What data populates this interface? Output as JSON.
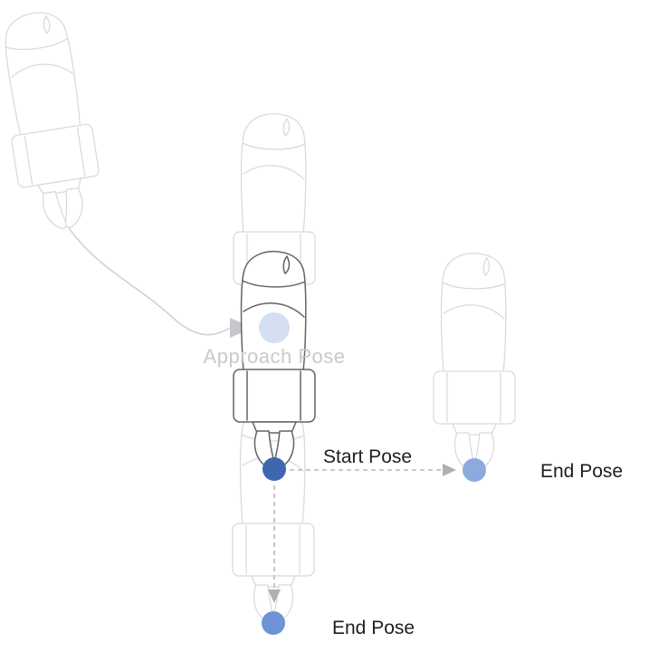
{
  "diagram": {
    "labels": {
      "approach": "Approach Pose",
      "start": "Start Pose",
      "end_right": "End Pose",
      "end_bottom": "End Pose"
    },
    "colors": {
      "background": "#ffffff",
      "approach_dot": "#b9cbea",
      "start_dot": "#3f67b1",
      "end_dot_right": "#8caade",
      "end_dot_bottom": "#6e93d6",
      "ghost_stroke": "#d9d9dd",
      "main_stroke": "#63636a",
      "leader_line": "#d2d2d6",
      "leader_arrowhead": "#c7c7cb",
      "dashed_arrow": "#b7b7ba",
      "arrowhead": "#b0b0b4",
      "label_muted": "#c9c9cc",
      "label_dark": "#1e1e20"
    }
  }
}
